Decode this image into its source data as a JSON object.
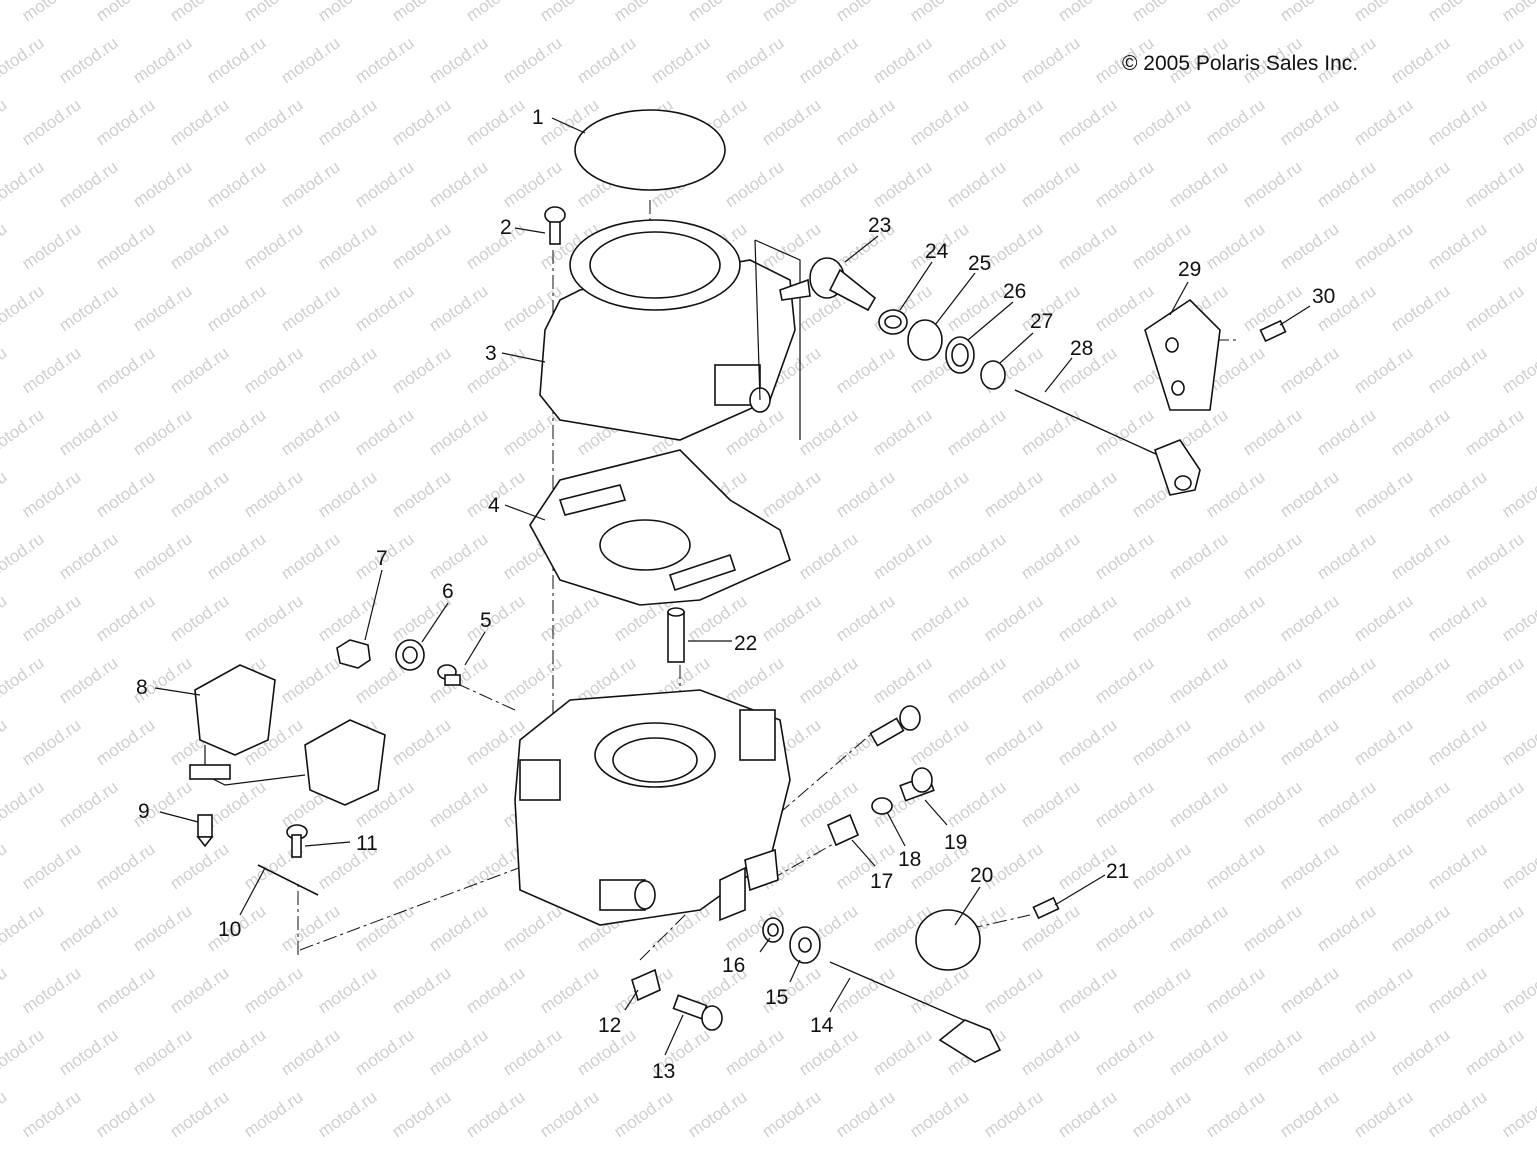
{
  "copyright": "© 2005 Polaris Sales Inc.",
  "watermark": "motod.ru",
  "callouts": [
    {
      "id": "1",
      "label": "1"
    },
    {
      "id": "2",
      "label": "2"
    },
    {
      "id": "3",
      "label": "3"
    },
    {
      "id": "4",
      "label": "4"
    },
    {
      "id": "5",
      "label": "5"
    },
    {
      "id": "6",
      "label": "6"
    },
    {
      "id": "7",
      "label": "7"
    },
    {
      "id": "8",
      "label": "8"
    },
    {
      "id": "9",
      "label": "9"
    },
    {
      "id": "10",
      "label": "10"
    },
    {
      "id": "11",
      "label": "11"
    },
    {
      "id": "12",
      "label": "12"
    },
    {
      "id": "13",
      "label": "13"
    },
    {
      "id": "14",
      "label": "14"
    },
    {
      "id": "15",
      "label": "15"
    },
    {
      "id": "16",
      "label": "16"
    },
    {
      "id": "17",
      "label": "17"
    },
    {
      "id": "18",
      "label": "18"
    },
    {
      "id": "19",
      "label": "19"
    },
    {
      "id": "20",
      "label": "20"
    },
    {
      "id": "21",
      "label": "21"
    },
    {
      "id": "22",
      "label": "22"
    },
    {
      "id": "23",
      "label": "23"
    },
    {
      "id": "24",
      "label": "24"
    },
    {
      "id": "25",
      "label": "25"
    },
    {
      "id": "26",
      "label": "26"
    },
    {
      "id": "27",
      "label": "27"
    },
    {
      "id": "28",
      "label": "28"
    },
    {
      "id": "29",
      "label": "29"
    },
    {
      "id": "30",
      "label": "30"
    }
  ]
}
